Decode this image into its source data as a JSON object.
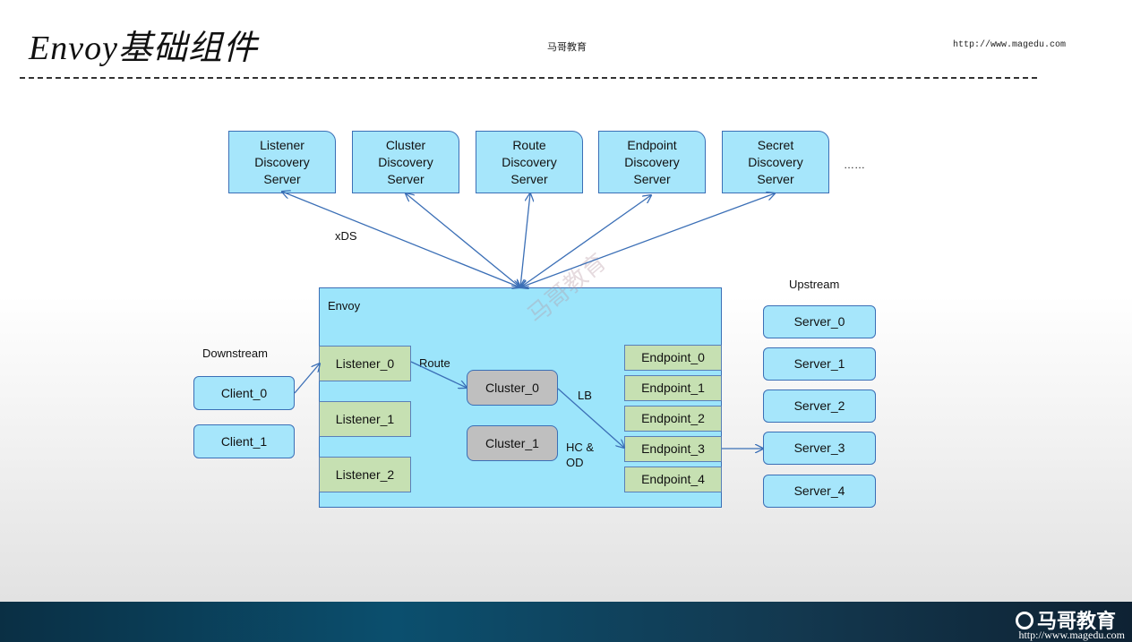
{
  "header": {
    "title": "Envoy基础组件",
    "brand": "马哥教育",
    "url": "http://www.magedu.com"
  },
  "xds_servers": [
    {
      "line1": "Listener",
      "line2": "Discovery",
      "line3": "Server"
    },
    {
      "line1": "Cluster",
      "line2": "Discovery",
      "line3": "Server"
    },
    {
      "line1": "Route",
      "line2": "Discovery",
      "line3": "Server"
    },
    {
      "line1": "Endpoint",
      "line2": "Discovery",
      "line3": "Server"
    },
    {
      "line1": "Secret",
      "line2": "Discovery",
      "line3": "Server"
    }
  ],
  "ellipsis": "……",
  "labels": {
    "xds": "xDS",
    "envoy": "Envoy",
    "downstream": "Downstream",
    "upstream": "Upstream",
    "route": "Route",
    "lb": "LB",
    "hc": "HC &",
    "od": "OD"
  },
  "clients": [
    "Client_0",
    "Client_1"
  ],
  "listeners": [
    "Listener_0",
    "Listener_1",
    "Listener_2"
  ],
  "clusters": [
    "Cluster_0",
    "Cluster_1"
  ],
  "endpoints": [
    "Endpoint_0",
    "Endpoint_1",
    "Endpoint_2",
    "Endpoint_3",
    "Endpoint_4"
  ],
  "servers": [
    "Server_0",
    "Server_1",
    "Server_2",
    "Server_3",
    "Server_4"
  ],
  "watermark": "马哥教育",
  "footer": {
    "logo": "马哥教育",
    "url": "http://www.magedu.com"
  },
  "colors": {
    "envoy_fill": "#9ce5fb",
    "green_fill": "#c6e0b2",
    "grey_fill": "#bfbfbf",
    "arrow": "#3b6fb6"
  }
}
